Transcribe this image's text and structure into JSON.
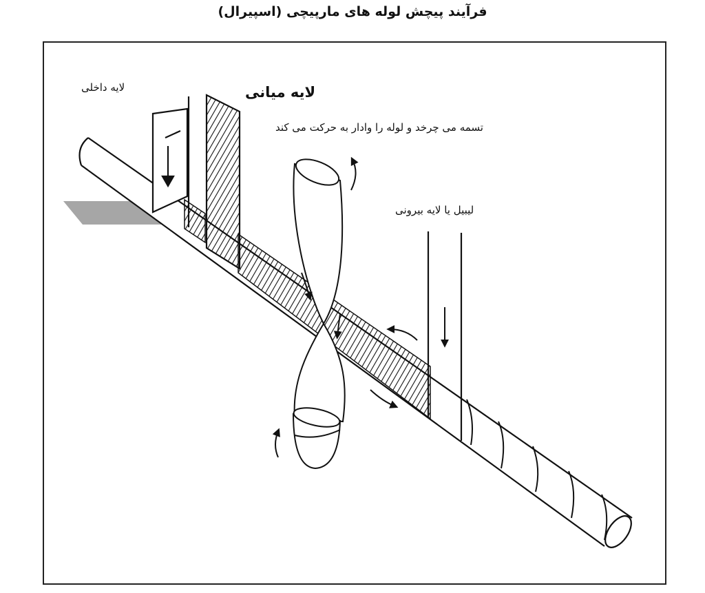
{
  "title": "فرآیند پیچش لوله های مارپیچی (اسپیرال)",
  "labels": {
    "inner_layer": "لایه داخلی",
    "middle_layer": "لایه میانی",
    "belt_note": "تسمه می چرخد و لوله را وادار به حرکت می کند",
    "outer_layer": "لیبیل یا لایه بیرونی"
  },
  "colors": {
    "line": "#111111",
    "support": "#a6a6a6",
    "background": "#ffffff"
  }
}
